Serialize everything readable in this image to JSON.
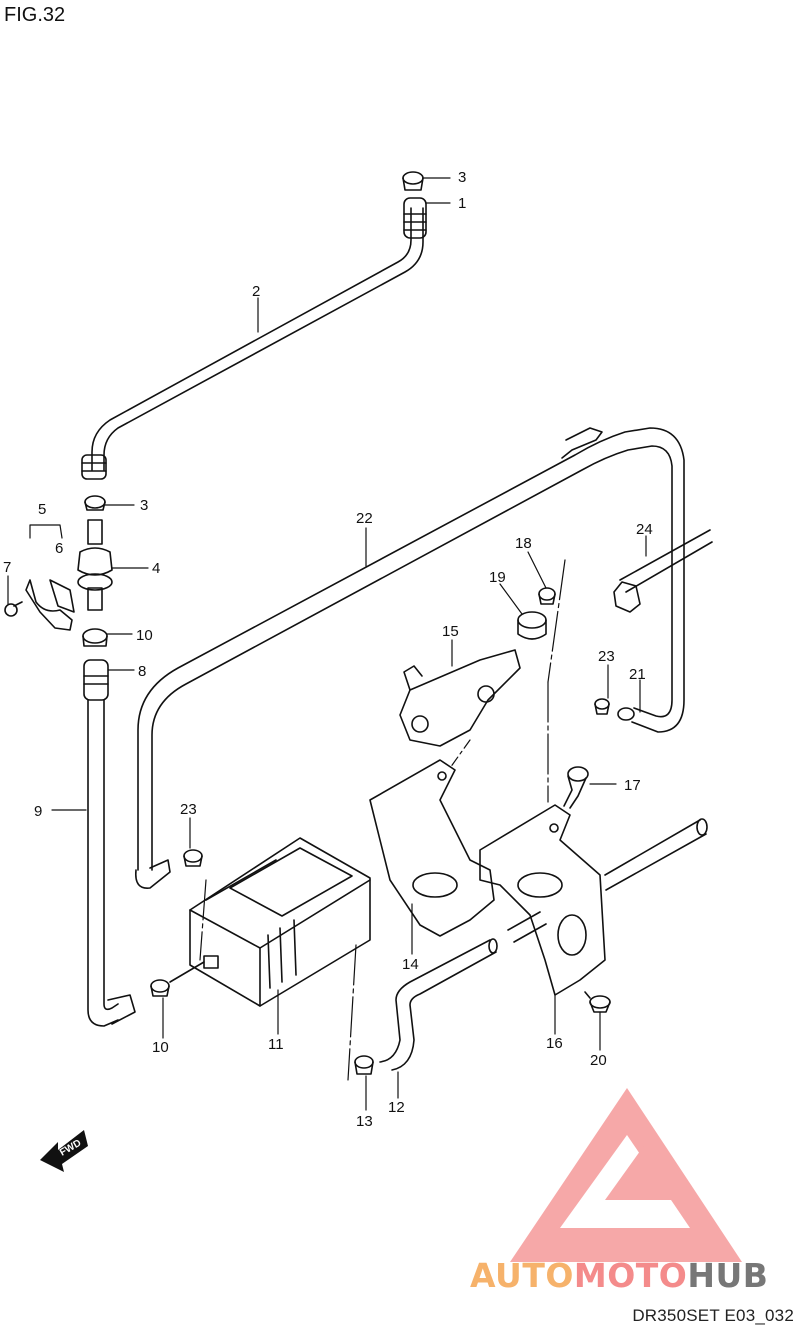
{
  "figure_title": "FIG.32",
  "figure_code": "DR350SET E03_032",
  "brand": {
    "part1": "AUTO",
    "part2": "MOTO",
    "part3": "HUB",
    "logo_color": "#f48b8b"
  },
  "direction_label": "FWD",
  "callouts": [
    {
      "id": "c3a",
      "text": "3"
    },
    {
      "id": "c1",
      "text": "1"
    },
    {
      "id": "c2",
      "text": "2"
    },
    {
      "id": "c3b",
      "text": "3"
    },
    {
      "id": "c5",
      "text": "5"
    },
    {
      "id": "c6",
      "text": "6"
    },
    {
      "id": "c4",
      "text": "4"
    },
    {
      "id": "c7",
      "text": "7"
    },
    {
      "id": "c10a",
      "text": "10"
    },
    {
      "id": "c8",
      "text": "8"
    },
    {
      "id": "c9",
      "text": "9"
    },
    {
      "id": "c22",
      "text": "22"
    },
    {
      "id": "c24",
      "text": "24"
    },
    {
      "id": "c18",
      "text": "18"
    },
    {
      "id": "c19",
      "text": "19"
    },
    {
      "id": "c15",
      "text": "15"
    },
    {
      "id": "c23a",
      "text": "23"
    },
    {
      "id": "c21",
      "text": "21"
    },
    {
      "id": "c17",
      "text": "17"
    },
    {
      "id": "c23b",
      "text": "23"
    },
    {
      "id": "c14",
      "text": "14"
    },
    {
      "id": "c16",
      "text": "16"
    },
    {
      "id": "c10b",
      "text": "10"
    },
    {
      "id": "c11",
      "text": "11"
    },
    {
      "id": "c13",
      "text": "13"
    },
    {
      "id": "c12",
      "text": "12"
    },
    {
      "id": "c20",
      "text": "20"
    }
  ]
}
